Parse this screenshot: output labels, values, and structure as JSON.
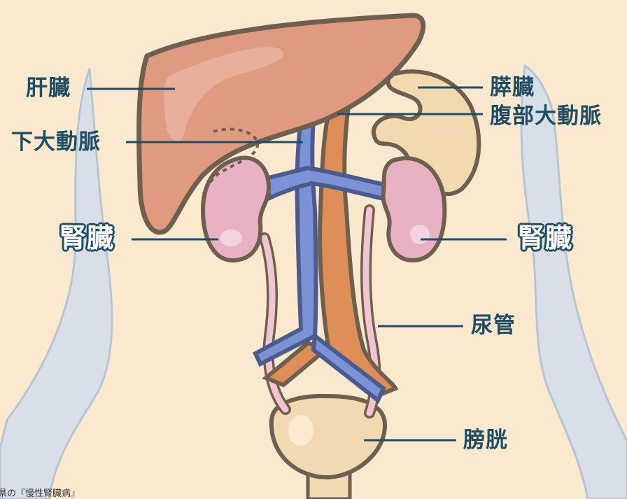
{
  "labels": {
    "liver": "肝臓",
    "pancreas": "膵臓",
    "abdominal_aorta": "腹部大動脈",
    "ivc": "下大動脈",
    "kidney_left": "腎臓",
    "kidney_right": "腎臓",
    "ureter": "尿管",
    "bladder": "膀胱"
  },
  "source_note": "県の『慢性腎臓病』",
  "colors": {
    "background": "#fbe9cf",
    "liver": "#df9a80",
    "kidney": "#e8b2c4",
    "vein": "#7b93d6",
    "artery": "#dd8f57",
    "pancreas": "#f3d9b0",
    "bladder": "#f1d9b2",
    "body_outline": "#d8dfe8",
    "label_text": "#1f4d63",
    "outline": "#6e5f4f"
  }
}
